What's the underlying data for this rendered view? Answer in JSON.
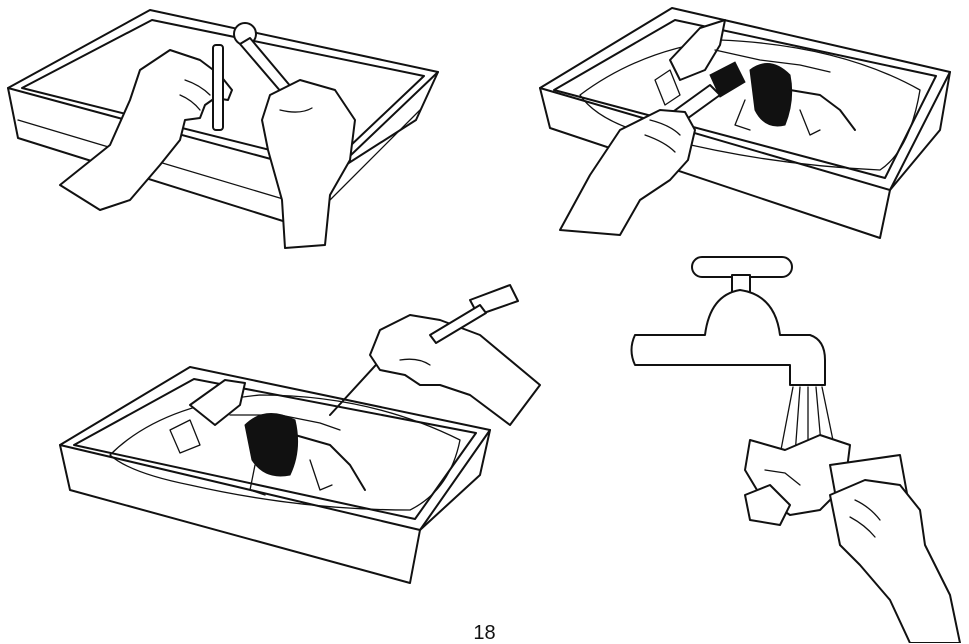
{
  "page": {
    "page_number": "18"
  },
  "illustrations": [
    {
      "id": "step-break-plaster",
      "icon": "hands-with-chisel-and-hammer-over-tray"
    },
    {
      "id": "step-brush-skeleton",
      "icon": "hand-brushing-skeleton-in-tray"
    },
    {
      "id": "step-chisel-skeleton",
      "icon": "hand-chiseling-skeleton-in-tray"
    },
    {
      "id": "step-wash-under-tap",
      "icon": "washing-skull-under-faucet"
    }
  ]
}
